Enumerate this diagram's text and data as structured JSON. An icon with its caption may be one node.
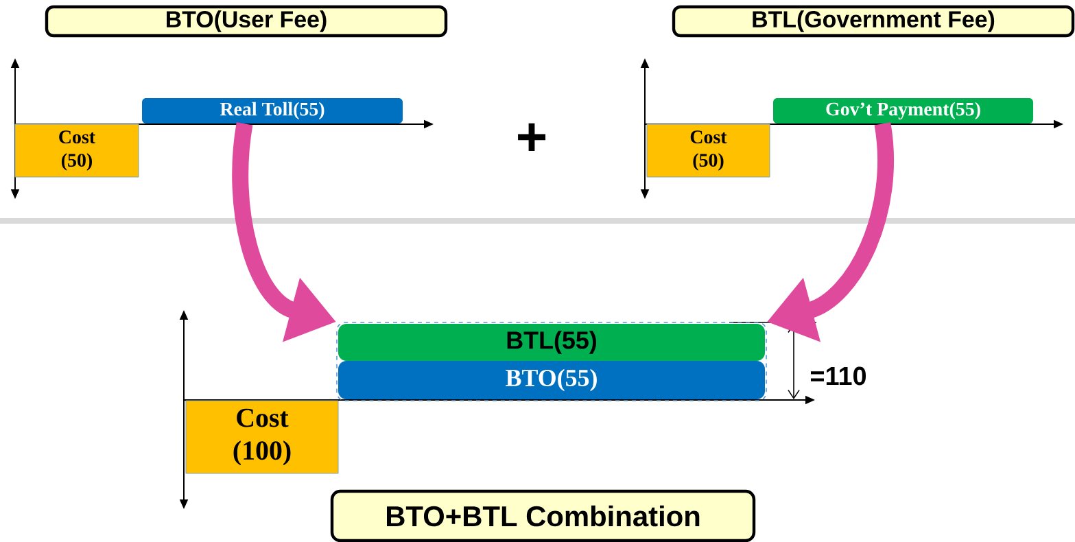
{
  "diagram": {
    "nodes": [
      {
        "text": [
          "BTO(User Fee)"
        ]
      },
      {
        "text": [
          "Cost (50)"
        ]
      },
      {
        "text": [
          "Real Toll(55)"
        ]
      },
      {
        "text": [
          "BTL(Government Fee)"
        ]
      },
      {
        "text": [
          "Cost (50)"
        ]
      },
      {
        "text": [
          "Gov’t Payment(55)"
        ]
      },
      {
        "text": [],
        "shape": "box"
      },
      {
        "text": [
          "BTL(55)"
        ],
        "in": 6
      },
      {
        "text": [
          "BTO(55)"
        ],
        "in": 6
      },
      {
        "text": [
          "Cost (100)"
        ]
      },
      {
        "text": [
          "BTO+BTL Combination"
        ]
      }
    ],
    "edges": [
      {
        "from": 2,
        "to": 6,
        "arrow": "to"
      },
      {
        "from": 5,
        "to": 6,
        "arrow": "to"
      }
    ],
    "labels": [
      "+",
      "=110"
    ]
  }
}
